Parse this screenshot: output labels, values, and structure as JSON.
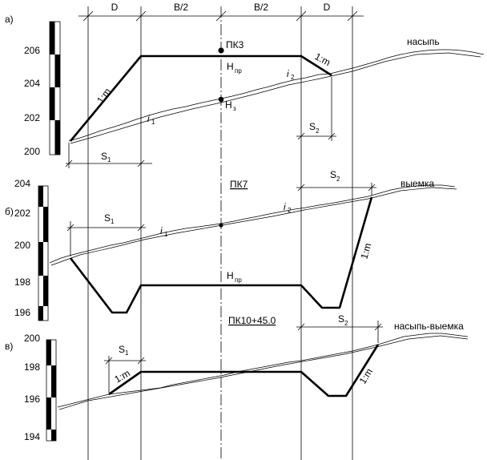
{
  "top_dims": {
    "d_left": "D",
    "b_half_left": "B/2",
    "b_half_right": "B/2",
    "d_right": "D"
  },
  "panel_a": {
    "label": "а)",
    "scale": [
      "206",
      "204",
      "202",
      "200"
    ],
    "picket": "ПК3",
    "h_design": "H",
    "h_design_sub": "пр",
    "h_ground": "H",
    "h_ground_sub": "з",
    "slope_left": "1:m",
    "slope_right": "1:m",
    "i_left": "i",
    "i_left_sub": "1",
    "i_right": "i",
    "i_right_sub": "2",
    "s_left": "S",
    "s_left_sub": "1",
    "s_right": "S",
    "s_right_sub": "2",
    "type": "насыпь"
  },
  "panel_b": {
    "label": "б)",
    "scale": [
      "204",
      "202",
      "200",
      "198",
      "196"
    ],
    "picket": "ПК7",
    "h_design": "H",
    "h_design_sub": "пр",
    "slope_right": "1:m",
    "i_left": "i",
    "i_left_sub": "1",
    "i_right": "i",
    "i_right_sub": "2",
    "s_left": "S",
    "s_left_sub": "1",
    "s_right": "S",
    "s_right_sub": "2",
    "type": "выемка"
  },
  "panel_c": {
    "label": "в)",
    "scale": [
      "200",
      "198",
      "196",
      "194"
    ],
    "picket": "ПК10+45.0",
    "slope_left": "1:m",
    "slope_right": "1:m",
    "s_left": "S",
    "s_left_sub": "1",
    "s_right": "S",
    "s_right_sub": "2",
    "type": "насыпь-выемка"
  }
}
